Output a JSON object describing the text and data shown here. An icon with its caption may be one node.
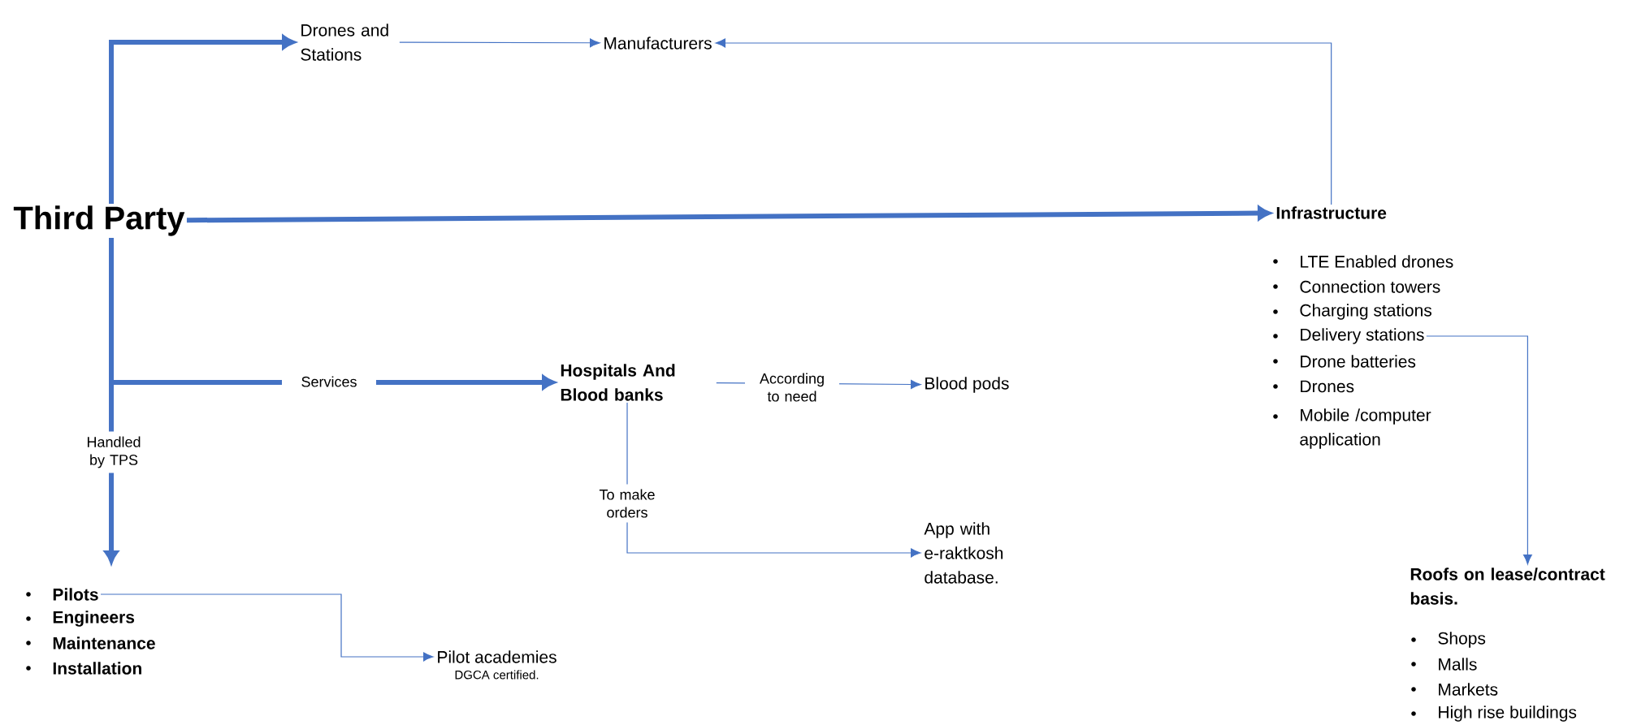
{
  "diagram": {
    "nodes": [
      {
        "text": [
          "Third Party"
        ]
      },
      {
        "text": [
          "Drones and Stations"
        ]
      },
      {
        "text": [
          "Manufacturers"
        ]
      },
      {
        "text": [
          "Infrastructure"
        ]
      },
      {
        "text": [
          "LTE Enabled drones"
        ]
      },
      {
        "text": [
          "Connection towers"
        ]
      },
      {
        "text": [
          "Charging stations"
        ]
      },
      {
        "text": [
          "Delivery stations"
        ]
      },
      {
        "text": [
          "Drone batteries"
        ]
      },
      {
        "text": [
          "Drones"
        ]
      },
      {
        "text": [
          "Mobile /computer application"
        ]
      },
      {
        "text": [
          "Hospitals And Blood banks"
        ]
      },
      {
        "text": [
          "Blood pods"
        ]
      },
      {
        "text": [
          "App with e-raktkosh database."
        ]
      },
      {
        "text": [
          "Pilots"
        ]
      },
      {
        "text": [
          "Engineers"
        ]
      },
      {
        "text": [
          "Maintenance"
        ]
      },
      {
        "text": [
          "Installation"
        ]
      },
      {
        "text": [
          "Pilot academies"
        ],
        "beside": [
          "DGCA certified."
        ]
      },
      {
        "text": [
          "Roofs on lease/contract basis."
        ]
      },
      {
        "text": [
          "Shops"
        ]
      },
      {
        "text": [
          "Malls"
        ]
      },
      {
        "text": [
          "Markets"
        ]
      },
      {
        "text": [
          "High rise buildings"
        ]
      }
    ],
    "edges": [
      {
        "from": 0,
        "to": 1,
        "arrow": "to",
        "style": "thick"
      },
      {
        "from": 1,
        "to": 2,
        "arrow": "to"
      },
      {
        "from": 3,
        "to": 2,
        "arrow": "to"
      },
      {
        "from": 0,
        "to": 3,
        "arrow": "to",
        "style": "thick"
      },
      {
        "from": 0,
        "to": 11,
        "arrow": "to",
        "style": "thick",
        "label": "Services"
      },
      {
        "from": 0,
        "to": 14,
        "arrow": "to",
        "style": "thick",
        "label": "Handled by TPS"
      },
      {
        "from": 11,
        "to": 12,
        "arrow": "to",
        "label": "According to need"
      },
      {
        "from": 11,
        "to": 13,
        "arrow": "to",
        "label": "To make orders"
      },
      {
        "from": 7,
        "to": 19,
        "arrow": "to"
      },
      {
        "from": 14,
        "to": 18,
        "arrow": "to"
      }
    ]
  }
}
